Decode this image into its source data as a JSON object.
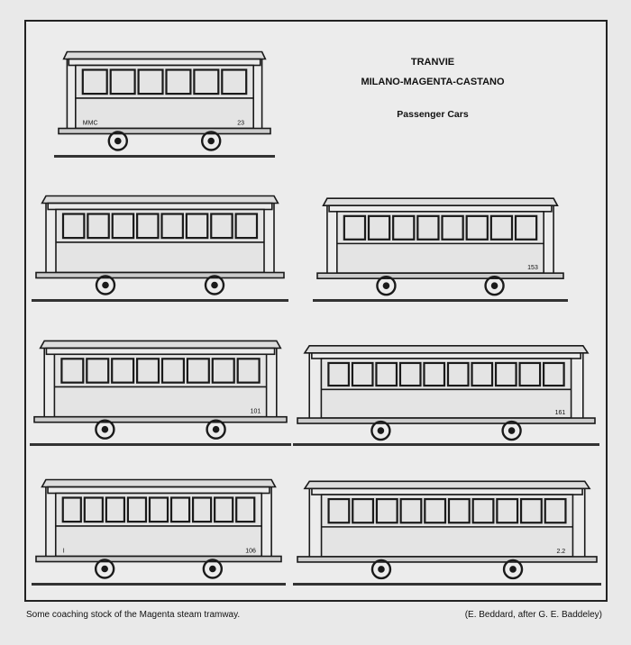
{
  "title": {
    "line1": "TRANVIE",
    "line2": "MILANO-MAGENTA-CASTANO",
    "subtitle": "Passenger Cars"
  },
  "caption": "Some coaching stock of the Magenta steam tramway.",
  "credit": "(E. Beddard, after G. E. Baddeley)",
  "cars": [
    {
      "windows": 6,
      "label_left": "MMC",
      "label_right": "23"
    },
    {
      "windows": 8,
      "label_left": "",
      "label_right": ""
    },
    {
      "windows": 8,
      "label_left": "",
      "label_right": "153"
    },
    {
      "windows": 8,
      "label_left": "",
      "label_right": "101"
    },
    {
      "windows": 10,
      "label_left": "",
      "label_right": "161"
    },
    {
      "windows": 9,
      "label_left": "I",
      "label_right": "106"
    },
    {
      "windows": 10,
      "label_left": "",
      "label_right": "2.2"
    }
  ]
}
